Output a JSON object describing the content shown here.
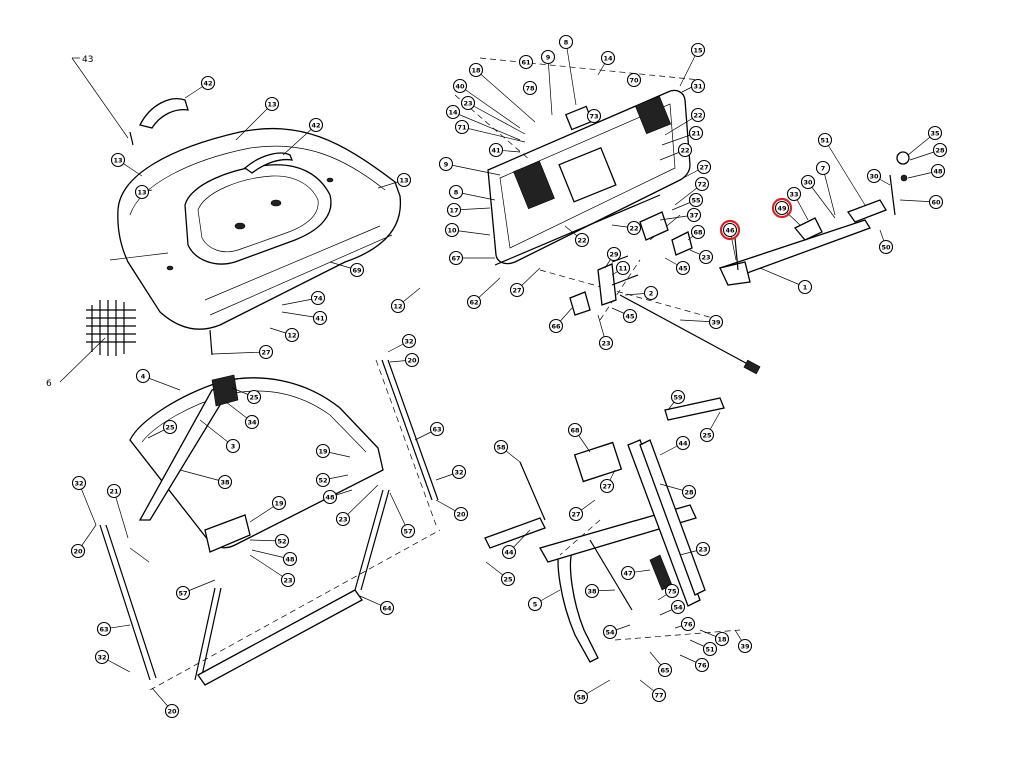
{
  "diagram": {
    "free_labels": [
      {
        "id": "label-43",
        "text": "43"
      },
      {
        "id": "label-6",
        "text": "6"
      }
    ],
    "highlight_color": "#d2232a",
    "callouts": [
      {
        "id": "c42a",
        "text": "42"
      },
      {
        "id": "c13a",
        "text": "13"
      },
      {
        "id": "c13b",
        "text": "13"
      },
      {
        "id": "c42b",
        "text": "42"
      },
      {
        "id": "c13c",
        "text": "13"
      },
      {
        "id": "c13d",
        "text": "13"
      },
      {
        "id": "c69",
        "text": "69"
      },
      {
        "id": "c12a",
        "text": "12"
      },
      {
        "id": "c74",
        "text": "74"
      },
      {
        "id": "c41a",
        "text": "41"
      },
      {
        "id": "c12b",
        "text": "12"
      },
      {
        "id": "c27a",
        "text": "27"
      },
      {
        "id": "c8a",
        "text": "8"
      },
      {
        "id": "c9a",
        "text": "9"
      },
      {
        "id": "c14a",
        "text": "14"
      },
      {
        "id": "c18a",
        "text": "18"
      },
      {
        "id": "c61",
        "text": "61"
      },
      {
        "id": "c78",
        "text": "78"
      },
      {
        "id": "c15",
        "text": "15"
      },
      {
        "id": "c70",
        "text": "70"
      },
      {
        "id": "c31",
        "text": "31"
      },
      {
        "id": "c40",
        "text": "40"
      },
      {
        "id": "c23a",
        "text": "23"
      },
      {
        "id": "c73",
        "text": "73"
      },
      {
        "id": "c14b",
        "text": "14"
      },
      {
        "id": "c71",
        "text": "71"
      },
      {
        "id": "c22a",
        "text": "22"
      },
      {
        "id": "c21a",
        "text": "21"
      },
      {
        "id": "c41b",
        "text": "41"
      },
      {
        "id": "c9b",
        "text": "9"
      },
      {
        "id": "c22b",
        "text": "22"
      },
      {
        "id": "c27b",
        "text": "27"
      },
      {
        "id": "c72",
        "text": "72"
      },
      {
        "id": "c8b",
        "text": "8"
      },
      {
        "id": "c17",
        "text": "17"
      },
      {
        "id": "c55",
        "text": "55"
      },
      {
        "id": "c37",
        "text": "37"
      },
      {
        "id": "c10",
        "text": "10"
      },
      {
        "id": "c22c",
        "text": "22"
      },
      {
        "id": "c22d",
        "text": "22"
      },
      {
        "id": "c68a",
        "text": "68"
      },
      {
        "id": "c67",
        "text": "67"
      },
      {
        "id": "c29",
        "text": "29"
      },
      {
        "id": "c11",
        "text": "11"
      },
      {
        "id": "c45a",
        "text": "45"
      },
      {
        "id": "c23b",
        "text": "23"
      },
      {
        "id": "c27c",
        "text": "27"
      },
      {
        "id": "c2",
        "text": "2"
      },
      {
        "id": "c62",
        "text": "62"
      },
      {
        "id": "c66",
        "text": "66"
      },
      {
        "id": "c45b",
        "text": "45"
      },
      {
        "id": "c23c",
        "text": "23"
      },
      {
        "id": "c39a",
        "text": "39"
      },
      {
        "id": "c51a",
        "text": "51"
      },
      {
        "id": "c35",
        "text": "35"
      },
      {
        "id": "c28a",
        "text": "28"
      },
      {
        "id": "c7",
        "text": "7"
      },
      {
        "id": "c30a",
        "text": "30"
      },
      {
        "id": "c48a",
        "text": "48"
      },
      {
        "id": "c30b",
        "text": "30"
      },
      {
        "id": "c33",
        "text": "33"
      },
      {
        "id": "c49",
        "text": "49"
      },
      {
        "id": "c60",
        "text": "60"
      },
      {
        "id": "c46",
        "text": "46"
      },
      {
        "id": "c50",
        "text": "50"
      },
      {
        "id": "c1",
        "text": "1"
      },
      {
        "id": "c32a",
        "text": "32"
      },
      {
        "id": "c20a",
        "text": "20"
      },
      {
        "id": "c4",
        "text": "4"
      },
      {
        "id": "c25a",
        "text": "25"
      },
      {
        "id": "c34",
        "text": "34"
      },
      {
        "id": "c25b",
        "text": "25"
      },
      {
        "id": "c3",
        "text": "3"
      },
      {
        "id": "c63a",
        "text": "63"
      },
      {
        "id": "c19a",
        "text": "19"
      },
      {
        "id": "c38a",
        "text": "38"
      },
      {
        "id": "c52a",
        "text": "52"
      },
      {
        "id": "c48b",
        "text": "48"
      },
      {
        "id": "c32b",
        "text": "32"
      },
      {
        "id": "c23d",
        "text": "23"
      },
      {
        "id": "c20b",
        "text": "20"
      },
      {
        "id": "c57a",
        "text": "57"
      },
      {
        "id": "c21b",
        "text": "21"
      },
      {
        "id": "c32c",
        "text": "32"
      },
      {
        "id": "c19b",
        "text": "19"
      },
      {
        "id": "c20c",
        "text": "20"
      },
      {
        "id": "c52b",
        "text": "52"
      },
      {
        "id": "c48c",
        "text": "48"
      },
      {
        "id": "c23e",
        "text": "23"
      },
      {
        "id": "c57b",
        "text": "57"
      },
      {
        "id": "c64",
        "text": "64"
      },
      {
        "id": "c63b",
        "text": "63"
      },
      {
        "id": "c32d",
        "text": "32"
      },
      {
        "id": "c20d",
        "text": "20"
      },
      {
        "id": "c59",
        "text": "59"
      },
      {
        "id": "c25c",
        "text": "25"
      },
      {
        "id": "c58a",
        "text": "58"
      },
      {
        "id": "c68b",
        "text": "68"
      },
      {
        "id": "c44a",
        "text": "44"
      },
      {
        "id": "c27d",
        "text": "27"
      },
      {
        "id": "c28b",
        "text": "28"
      },
      {
        "id": "c27e",
        "text": "27"
      },
      {
        "id": "c44b",
        "text": "44"
      },
      {
        "id": "c23f",
        "text": "23"
      },
      {
        "id": "c25d",
        "text": "25"
      },
      {
        "id": "c47",
        "text": "47"
      },
      {
        "id": "c38b",
        "text": "38"
      },
      {
        "id": "c75",
        "text": "75"
      },
      {
        "id": "c5",
        "text": "5"
      },
      {
        "id": "c54a",
        "text": "54"
      },
      {
        "id": "c54b",
        "text": "54"
      },
      {
        "id": "c76",
        "text": "76"
      },
      {
        "id": "c18b",
        "text": "18"
      },
      {
        "id": "c51b",
        "text": "51"
      },
      {
        "id": "c76b",
        "text": "76"
      },
      {
        "id": "c65",
        "text": "65"
      },
      {
        "id": "c58b",
        "text": "58"
      },
      {
        "id": "c77",
        "text": "77"
      },
      {
        "id": "c39b",
        "text": "39"
      }
    ]
  }
}
